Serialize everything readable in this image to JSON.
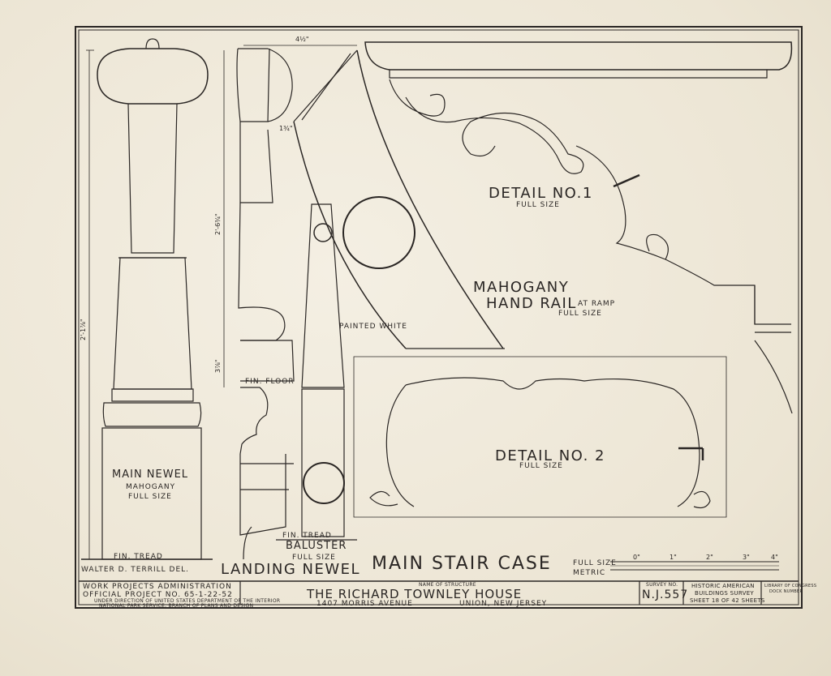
{
  "drawing": {
    "main_newel": {
      "title": "MAIN NEWEL",
      "material": "MAHOGANY",
      "scale": "FULL SIZE",
      "tread": "FIN. TREAD",
      "height_dim": "2'-1⅞\""
    },
    "landing_newel": {
      "title": "LANDING NEWEL",
      "floor": "FIN. FLOOR",
      "height_dim": "2'-6¾\"",
      "dim_small": "3⅞\"",
      "dim_top": "4½\"",
      "dim_neck": "1¾\""
    },
    "baluster": {
      "title": "BALUSTER",
      "scale": "FULL SIZE",
      "tread": "FIN. TREAD",
      "note": "PAINTED WHITE"
    },
    "hand_rail": {
      "title_line1": "MAHOGANY",
      "title_line2": "HAND RAIL",
      "title_suffix": "AT RAMP",
      "scale": "FULL SIZE"
    },
    "detail1": {
      "title": "DETAIL NO.1",
      "scale": "FULL SIZE"
    },
    "detail2": {
      "title": "DETAIL NO. 2",
      "scale": "FULL SIZE"
    },
    "sheet_title": "MAIN STAIR CASE",
    "drafter": "WALTER D. TERRILL DEL.",
    "scale_bar": {
      "label1": "FULL SIZE",
      "label2": "METRIC",
      "ticks": [
        "0\"",
        "1\"",
        "2\"",
        "3\"",
        "4\""
      ]
    }
  },
  "title_block": {
    "agency_line1": "WORK PROJECTS ADMINISTRATION",
    "agency_line2": "OFFICIAL PROJECT NO. 65-1-22-52",
    "agency_line3": "UNDER DIRECTION OF UNITED STATES DEPARTMENT OF THE INTERIOR",
    "agency_line4": "NATIONAL PARK SERVICE, BRANCH OF PLANS AND DESIGN",
    "structure_label": "NAME OF STRUCTURE",
    "structure_name": "THE RICHARD TOWNLEY HOUSE",
    "address": "1407 MORRIS AVENUE",
    "location": "UNION, NEW JERSEY",
    "survey_label": "SURVEY NO.",
    "survey_no": "N.J.557",
    "habs_line1": "HISTORIC AMERICAN",
    "habs_line2": "BUILDINGS SURVEY",
    "sheet_info": "SHEET 18 OF 42 SHEETS",
    "loc_line1": "LIBRARY OF CONGRESS",
    "loc_line2": "DOCK NUMBER"
  }
}
